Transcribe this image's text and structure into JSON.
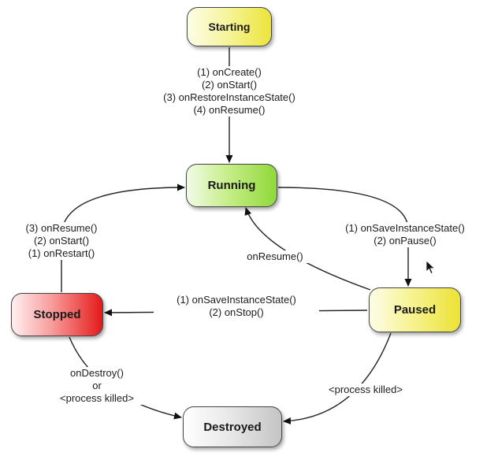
{
  "states": {
    "starting": "Starting",
    "running": "Running",
    "paused": "Paused",
    "stopped": "Stopped",
    "destroyed": "Destroyed"
  },
  "state_colors": {
    "starting": "#ece43a",
    "running": "#8fd83a",
    "paused": "#ece236",
    "stopped": "#e41a1a",
    "destroyed": "#c4c4c4"
  },
  "transitions": {
    "starting_to_running": [
      "(1) onCreate()",
      "(2) onStart()",
      "(3) onRestoreInstanceState()",
      "(4) onResume()"
    ],
    "running_to_paused": [
      "(1) onSaveInstanceState()",
      "(2) onPause()"
    ],
    "paused_to_running": [
      "onResume()"
    ],
    "paused_to_stopped": [
      "(1) onSaveInstanceState()",
      "(2) onStop()"
    ],
    "stopped_to_running": [
      "(3) onResume()",
      "(2) onStart()",
      "(1) onRestart()"
    ],
    "stopped_to_destroyed": [
      "onDestroy()",
      "or",
      "<process killed>"
    ],
    "paused_to_destroyed": [
      "<process killed>"
    ]
  },
  "cursor_icon": "mouse-pointer-icon"
}
